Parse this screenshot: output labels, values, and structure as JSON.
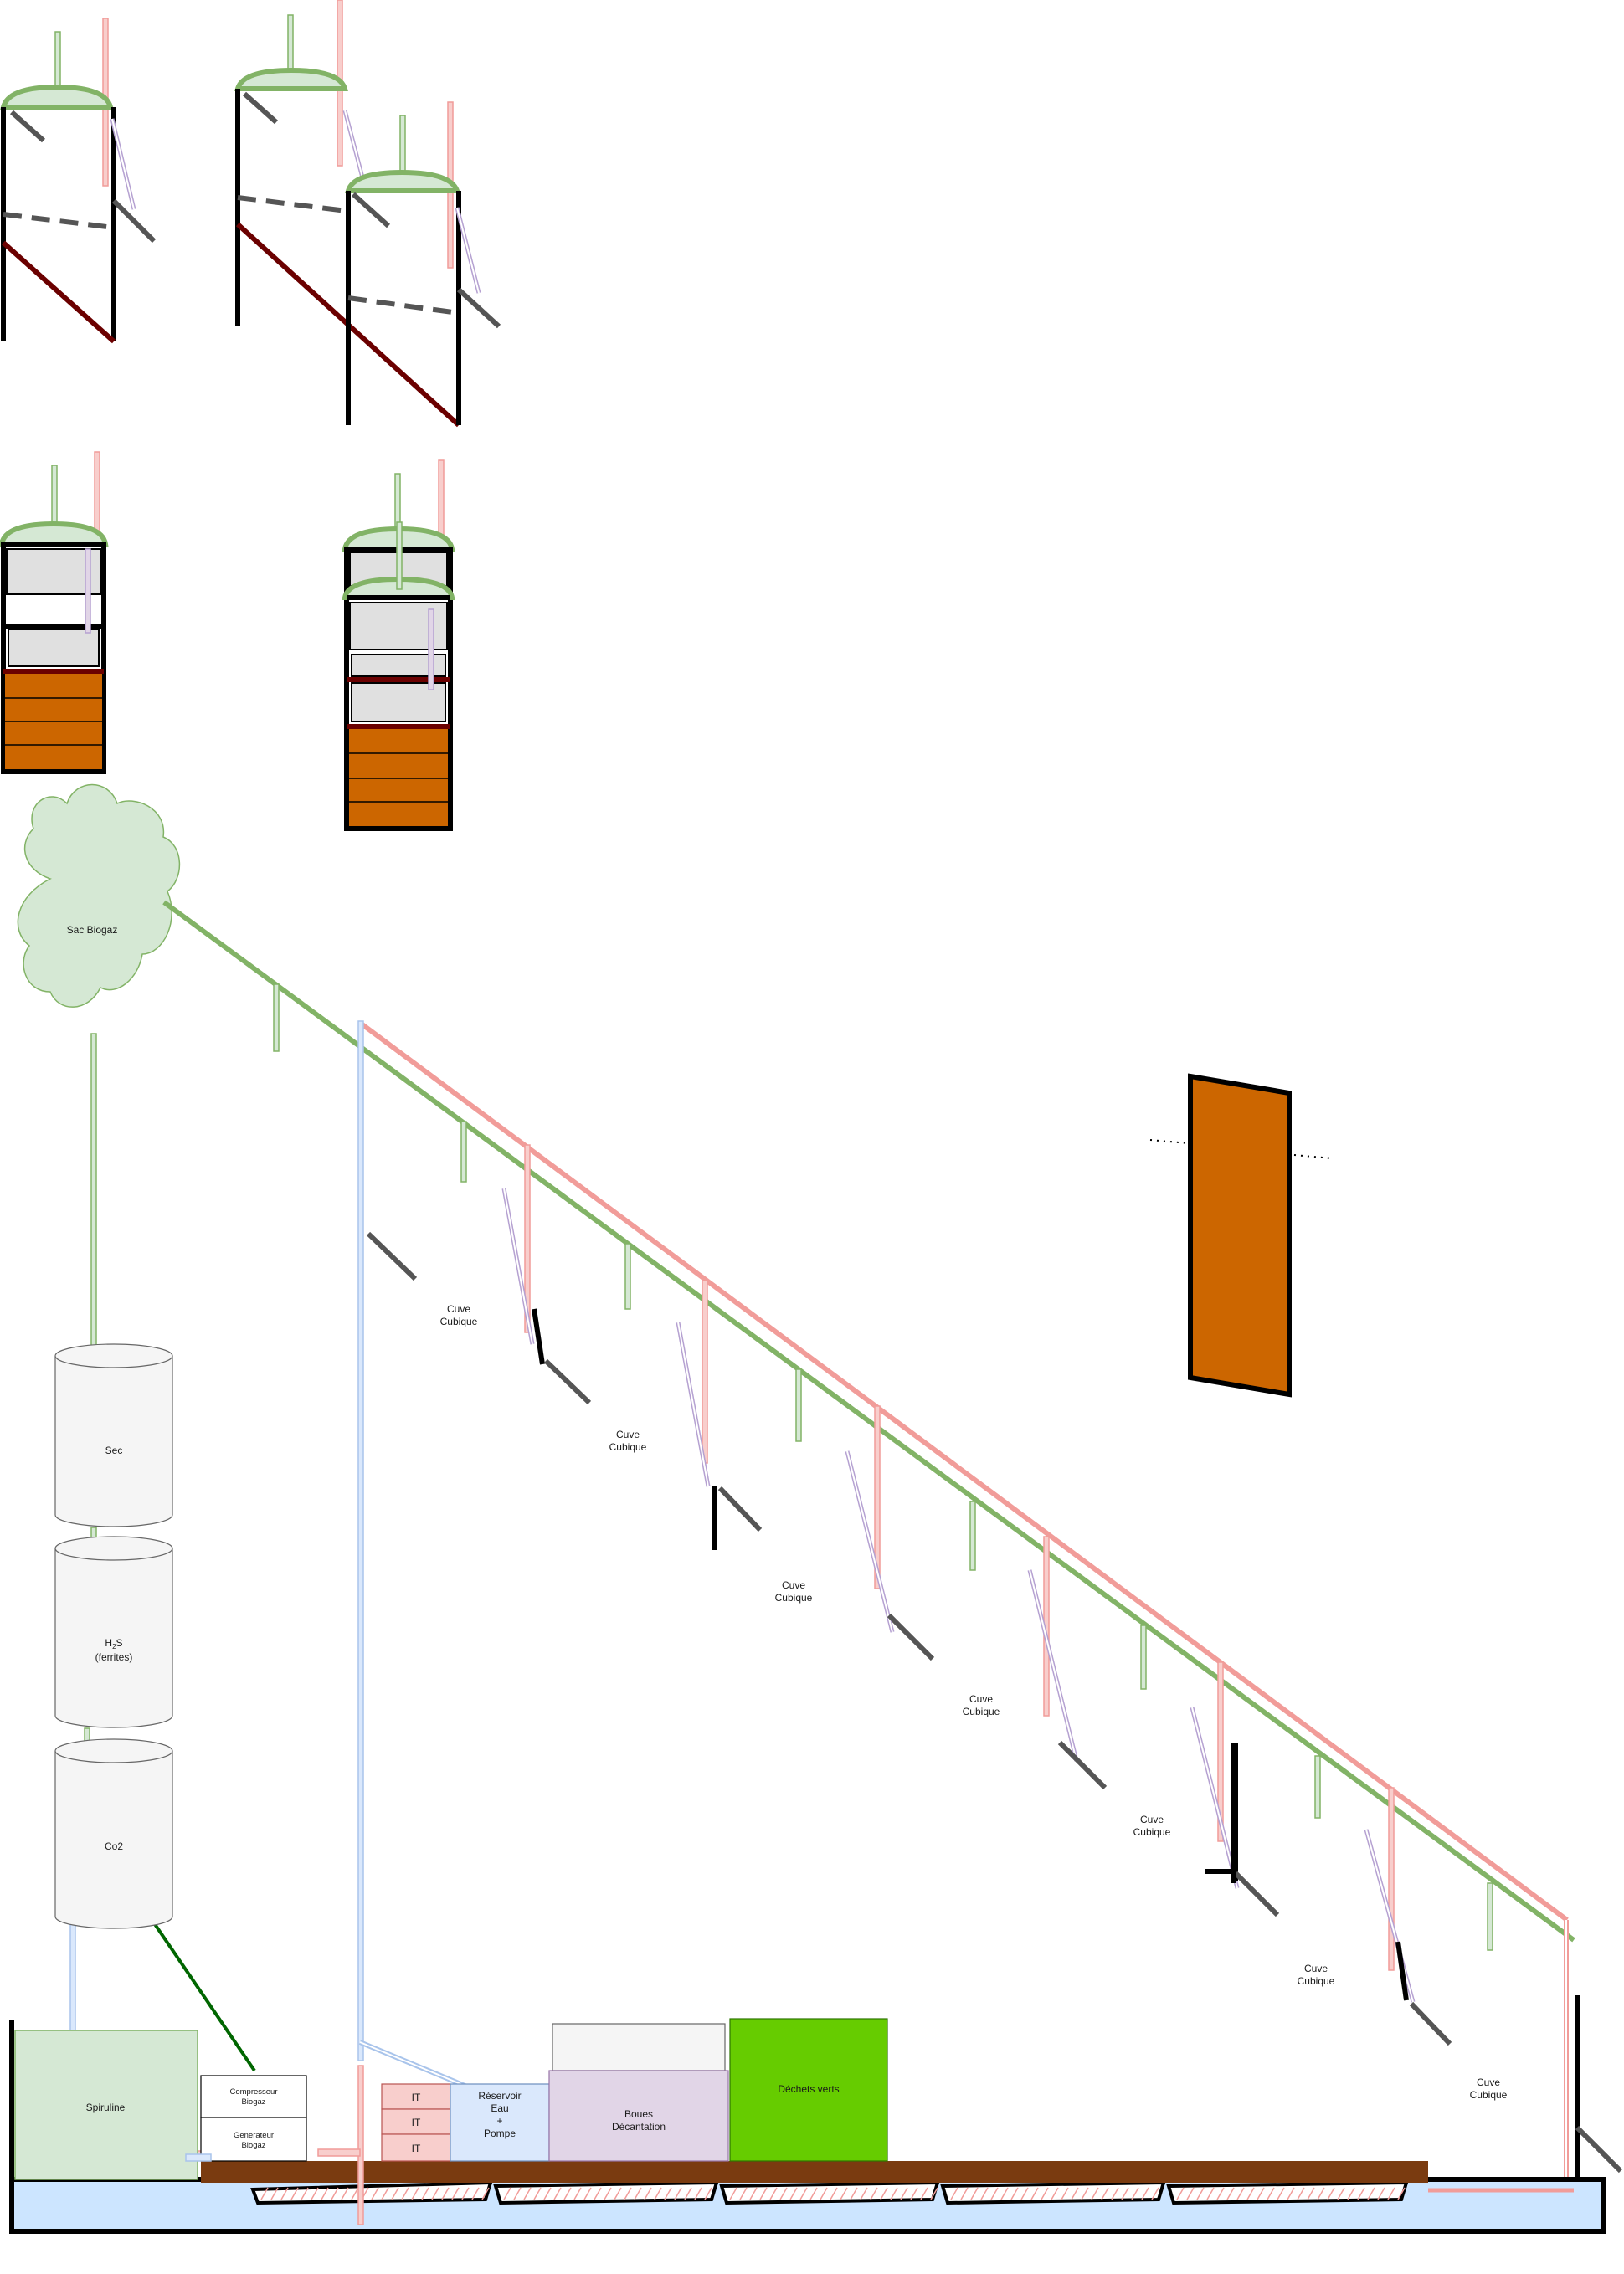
{
  "labels": {
    "sac_biogaz": "Sac Biogaz",
    "sec": "Sec",
    "h2s_main": "H",
    "h2s_sub": "2",
    "h2s_tail": "S",
    "h2s_ferrites": "(ferrites)",
    "co2": "Co2",
    "spiruline": "Spiruline",
    "compresseur": [
      "Compresseur",
      "Biogaz"
    ],
    "generateur": [
      "Generateur",
      "Biogaz"
    ],
    "it": [
      "IT",
      "IT",
      "IT"
    ],
    "reservoir": [
      "Réservoir",
      "Eau",
      "+",
      "Pompe"
    ],
    "boues": [
      "Boues",
      "Décantation"
    ],
    "dechets": "Déchets verts",
    "cuve": [
      "Cuve",
      "Cubique"
    ]
  },
  "colors": {
    "biogas_green": "#82b366",
    "pipe_green_fill": "#d5e8d4",
    "hot_pipe": "#f19c99",
    "hot_pipe_fill": "#f8cecc",
    "cold_pipe": "#a9c4eb",
    "cold_pipe_fill": "#dae8fc",
    "purple_pipe": "#b5a1d1",
    "valve_gray": "#555555",
    "sludge_line": "#6b0000",
    "compost": "#cc6600",
    "floor_brown": "#7a3b10",
    "dechets_green": "#66cc00",
    "boues_purple": "#e1d5e7",
    "cylinder_fill": "#f5f5f5",
    "spiruline_fill": "#d5e8d4"
  }
}
